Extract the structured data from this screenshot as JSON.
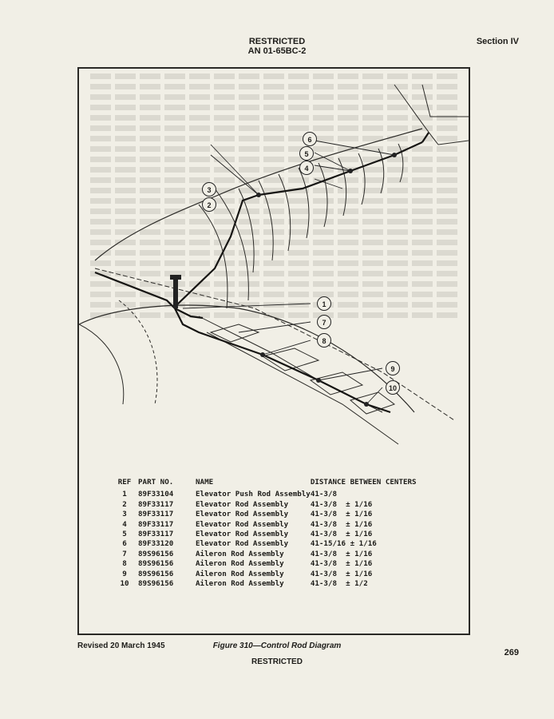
{
  "header": {
    "classification": "RESTRICTED",
    "document_number": "AN 01-65BC-2",
    "section": "Section IV"
  },
  "figure": {
    "callouts": [
      "1",
      "2",
      "3",
      "4",
      "5",
      "6",
      "7",
      "8",
      "9",
      "10"
    ]
  },
  "parts_table": {
    "headers": [
      "REF",
      "PART NO.",
      "NAME",
      "DISTANCE BETWEEN CENTERS"
    ],
    "rows": [
      {
        "ref": "1",
        "part": "89F33104",
        "name": "Elevator Push Rod Assembly",
        "distance": "41-3/8"
      },
      {
        "ref": "2",
        "part": "89F33117",
        "name": "Elevator Rod Assembly",
        "distance": "41-3/8  ± 1/16"
      },
      {
        "ref": "3",
        "part": "89F33117",
        "name": "Elevator Rod Assembly",
        "distance": "41-3/8  ± 1/16"
      },
      {
        "ref": "4",
        "part": "89F33117",
        "name": "Elevator Rod Assembly",
        "distance": "41-3/8  ± 1/16"
      },
      {
        "ref": "5",
        "part": "89F33117",
        "name": "Elevator Rod Assembly",
        "distance": "41-3/8  ± 1/16"
      },
      {
        "ref": "6",
        "part": "89F33120",
        "name": "Elevator Rod Assembly",
        "distance": "41-15/16 ± 1/16"
      },
      {
        "ref": "7",
        "part": "89S96156",
        "name": "Aileron Rod Assembly",
        "distance": "41-3/8  ± 1/16"
      },
      {
        "ref": "8",
        "part": "89S96156",
        "name": "Aileron Rod Assembly",
        "distance": "41-3/8  ± 1/16"
      },
      {
        "ref": "9",
        "part": "89S96156",
        "name": "Aileron Rod Assembly",
        "distance": "41-3/8  ± 1/16"
      },
      {
        "ref": "10",
        "part": "89S96156",
        "name": "Aileron Rod Assembly",
        "distance": "41-3/8  ± 1/2"
      }
    ]
  },
  "footer": {
    "revised": "Revised 20 March 1945",
    "caption": "Figure 310—Control Rod Diagram",
    "classification": "RESTRICTED",
    "page_number": "269"
  }
}
